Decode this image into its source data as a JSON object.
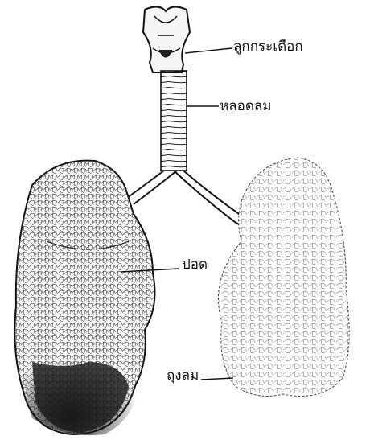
{
  "labels": {
    "larynx": "ลูกกระเดือก",
    "trachea": "หลอดลม",
    "lung": "ปอด",
    "alveoli": "ถุงลม"
  },
  "colors": {
    "ink": "#111111",
    "paper": "#ffffff"
  }
}
